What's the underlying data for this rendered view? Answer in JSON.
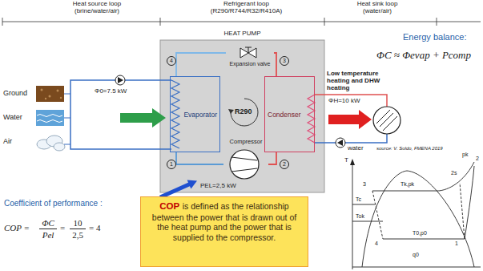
{
  "diagram": {
    "nodes": [
      {
        "text": [
          "HEAT PUMP"
        ]
      },
      {
        "text": [
          "Evaporator"
        ],
        "in": 0
      },
      {
        "text": [
          "Expansion valve"
        ],
        "in": 0
      },
      {
        "text": [
          "Condenser"
        ],
        "in": 0
      },
      {
        "text": [
          "Compressor"
        ],
        "in": 0
      },
      {
        "text": [
          "COP",
          "is defined as the relationship between the power that is drawn out of the heat pump and the power that is supplied to the compressor."
        ]
      }
    ],
    "edges": [
      {
        "from": 1,
        "to": 4,
        "arrow": "none"
      },
      {
        "from": 4,
        "to": 3,
        "arrow": "none"
      },
      {
        "from": 3,
        "to": 2,
        "arrow": "none"
      },
      {
        "from": 2,
        "to": 1,
        "arrow": "none"
      }
    ],
    "labels": [
      "Heat source loop (brine/water/air)",
      "Refrigerant loop (R290/R744/R32/R410A)",
      "Heat sink loop (water/air)",
      "Ground",
      "Water",
      "Air",
      "Φ0=7.5 kW",
      "1",
      "2",
      "3",
      "4",
      "R290",
      "PEL=2,5 kW",
      "Low temperature heating and DHW heating",
      "ΦH=10 kW",
      "water",
      "Energy balance:",
      "ΦC ≈ Φevap + Pcomp",
      "Coefficient of performance :",
      "COP =",
      "ΦC",
      "Pel",
      "=",
      "10",
      "2,5",
      "= 4",
      "source: V. Soldo, FMENA 2019",
      "T",
      "Tk,pk",
      "Tc",
      "Tok",
      "T0,p0",
      "q0",
      "1",
      "2",
      "2s",
      "3",
      "4",
      "pk"
    ]
  }
}
